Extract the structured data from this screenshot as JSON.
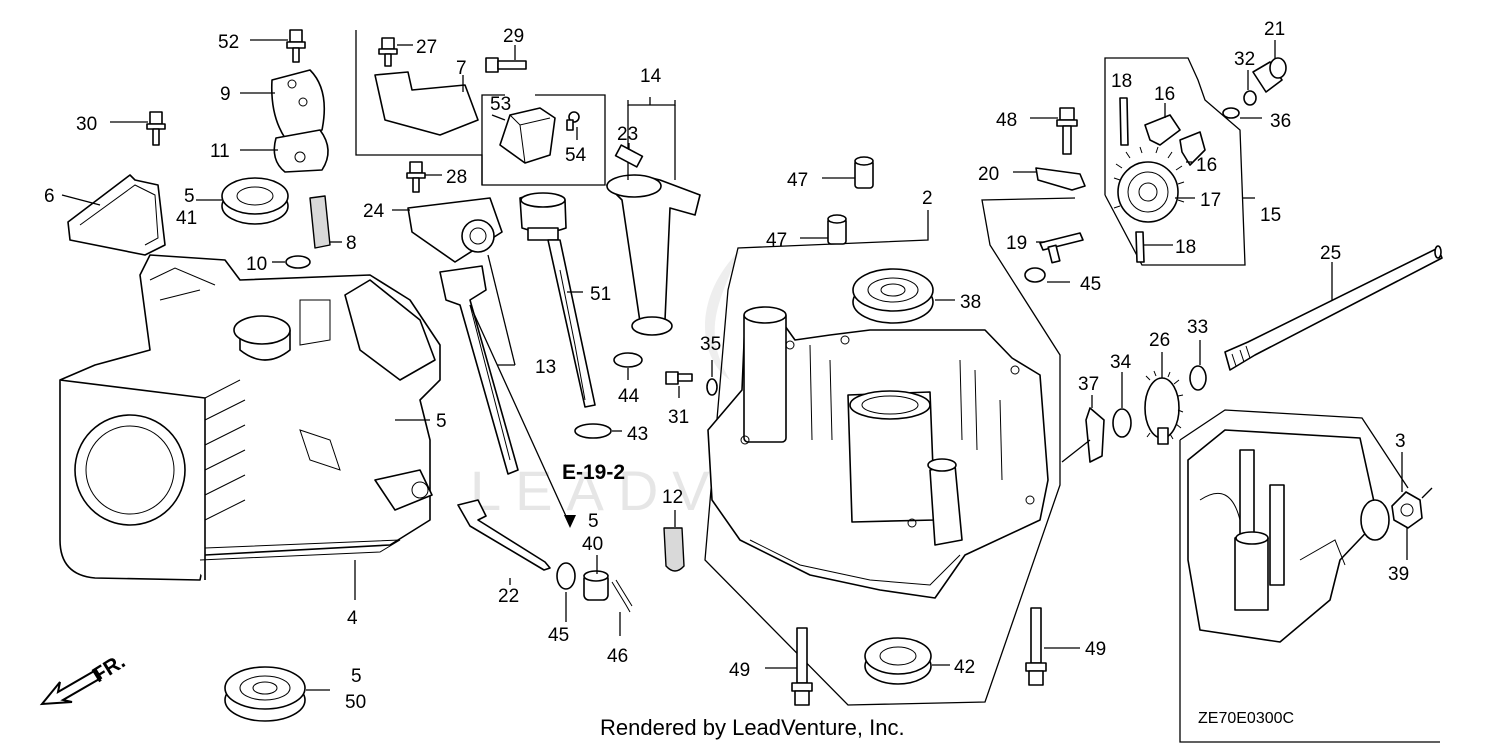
{
  "watermark": "LEADVENTURE",
  "ref_label": "E-19-2",
  "direction_label": "FR.",
  "footer": {
    "rendered_by": "Rendered by LeadVenture, Inc.",
    "diagram_code": "ZE70E0300C"
  },
  "callouts": {
    "c52": "52",
    "c27": "27",
    "c29": "29",
    "c7": "7",
    "c14": "14",
    "c9": "9",
    "c30": "30",
    "c53": "53",
    "c23": "23",
    "c54": "54",
    "c11": "11",
    "c28": "28",
    "c6": "6",
    "c5_41a": "5",
    "c5_41b": "41",
    "c24": "24",
    "c8": "8",
    "c10": "10",
    "c51": "51",
    "c13": "13",
    "c35": "35",
    "c44": "44",
    "c31": "31",
    "c43": "43",
    "c5_mid": "5",
    "c12": "12",
    "c5_40a": "5",
    "c5_40b": "40",
    "c22": "22",
    "c45_bot": "45",
    "c46": "46",
    "c4": "4",
    "c5_50a": "5",
    "c5_50b": "50",
    "c47_top": "47",
    "c47_bot": "47",
    "c2": "2",
    "c48": "48",
    "c20": "20",
    "c19": "19",
    "c45_mid": "45",
    "c38": "38",
    "c18_top": "18",
    "c16_top": "16",
    "c16_bot": "16",
    "c17": "17",
    "c18_bot": "18",
    "c15": "15",
    "c21": "21",
    "c32": "32",
    "c36": "36",
    "c25": "25",
    "c33": "33",
    "c26": "26",
    "c34": "34",
    "c37": "37",
    "c3": "3",
    "c39": "39",
    "c49_left": "49",
    "c42": "42",
    "c49_right": "49"
  }
}
